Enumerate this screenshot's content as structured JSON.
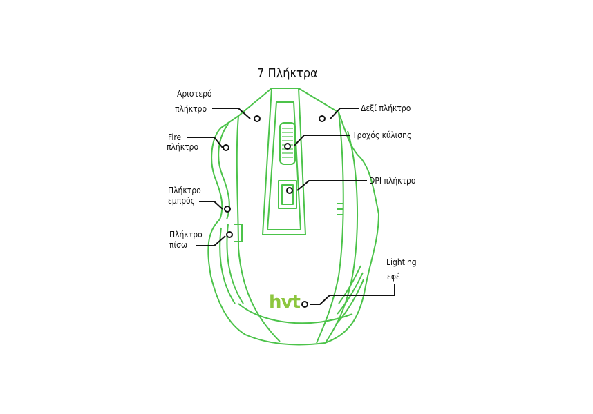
{
  "title": "7 Πλήκτρα",
  "logo": "hvt",
  "colors": {
    "outline": "#4cc34a",
    "logo": "#8dc63f",
    "leader": "#111111"
  },
  "labels": {
    "left_button": [
      "Αριστερό",
      "πλήκτρο"
    ],
    "right_button": "Δεξί πλήκτρο",
    "scroll_wheel": "Τροχός κύλισης",
    "dpi_button": "DPI πλήκτρο",
    "fire_button": [
      "Fire",
      "πλήκτρο"
    ],
    "forward_button": [
      "Πλήκτρο",
      "εμπρός"
    ],
    "back_button": [
      "Πλήκτρο",
      "πίσω"
    ],
    "lighting": [
      "Lighting",
      "εφέ"
    ]
  }
}
